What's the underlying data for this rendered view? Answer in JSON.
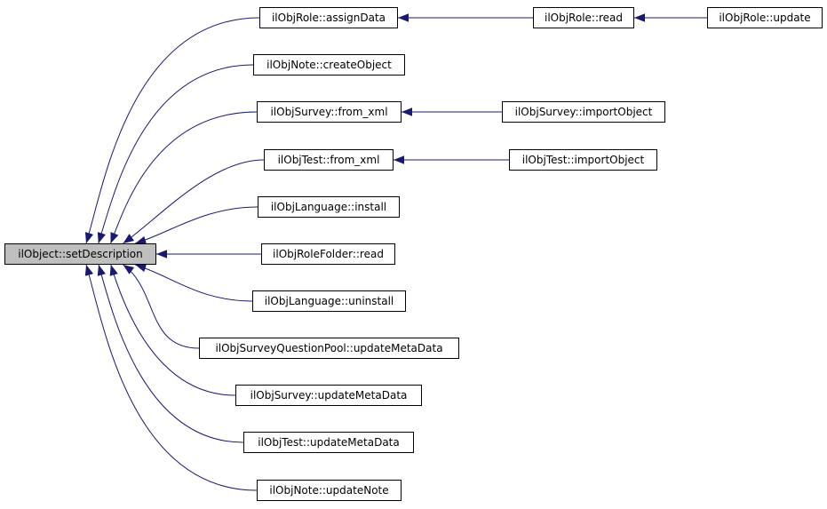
{
  "edge_color": "#191970",
  "root": {
    "label": "ilObject::setDescription"
  },
  "callers": [
    {
      "id": "assignData",
      "label": "ilObjRole::assignData"
    },
    {
      "id": "createObject",
      "label": "ilObjNote::createObject"
    },
    {
      "id": "survey_from_xml",
      "label": "ilObjSurvey::from_xml"
    },
    {
      "id": "test_from_xml",
      "label": "ilObjTest::from_xml"
    },
    {
      "id": "lang_install",
      "label": "ilObjLanguage::install"
    },
    {
      "id": "rolefolder_read",
      "label": "ilObjRoleFolder::read"
    },
    {
      "id": "lang_uninstall",
      "label": "ilObjLanguage::uninstall"
    },
    {
      "id": "sqpool_update",
      "label": "ilObjSurveyQuestionPool::updateMetaData"
    },
    {
      "id": "survey_update",
      "label": "ilObjSurvey::updateMetaData"
    },
    {
      "id": "test_update",
      "label": "ilObjTest::updateMetaData"
    },
    {
      "id": "note_update",
      "label": "ilObjNote::updateNote"
    },
    {
      "id": "role_read",
      "label": "ilObjRole::read"
    },
    {
      "id": "role_update",
      "label": "ilObjRole::update"
    },
    {
      "id": "survey_import",
      "label": "ilObjSurvey::importObject"
    },
    {
      "id": "test_import",
      "label": "ilObjTest::importObject"
    }
  ],
  "edges": [
    {
      "from": "assignData",
      "to": "root"
    },
    {
      "from": "createObject",
      "to": "root"
    },
    {
      "from": "survey_from_xml",
      "to": "root"
    },
    {
      "from": "test_from_xml",
      "to": "root"
    },
    {
      "from": "lang_install",
      "to": "root"
    },
    {
      "from": "rolefolder_read",
      "to": "root"
    },
    {
      "from": "lang_uninstall",
      "to": "root"
    },
    {
      "from": "sqpool_update",
      "to": "root"
    },
    {
      "from": "survey_update",
      "to": "root"
    },
    {
      "from": "test_update",
      "to": "root"
    },
    {
      "from": "note_update",
      "to": "root"
    },
    {
      "from": "role_read",
      "to": "assignData"
    },
    {
      "from": "role_update",
      "to": "role_read"
    },
    {
      "from": "survey_import",
      "to": "survey_from_xml"
    },
    {
      "from": "test_import",
      "to": "test_from_xml"
    }
  ]
}
